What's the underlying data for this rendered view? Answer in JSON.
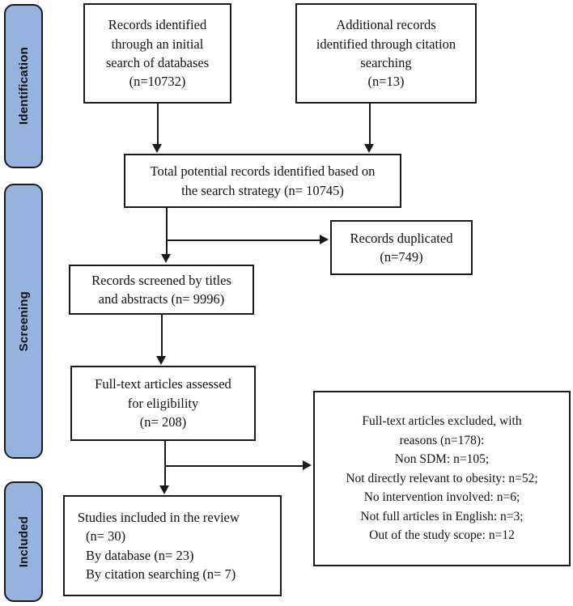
{
  "diagram": {
    "type": "prisma-flow-diagram",
    "accent_color": "#96b3e0",
    "border_color": "#1a1a1a",
    "background_color": "#ffffff"
  },
  "phases": [
    {
      "id": "identification",
      "label": "Identification"
    },
    {
      "id": "screening",
      "label": "Screening"
    },
    {
      "id": "included",
      "label": "Included"
    }
  ],
  "boxes": {
    "records_identified": {
      "lines": [
        "Records identified",
        "through an initial",
        "search of databases",
        "(n=10732)"
      ]
    },
    "additional_records": {
      "lines": [
        "Additional records",
        "identified through citation",
        "searching",
        "(n=13)"
      ]
    },
    "total_potential": {
      "lines": [
        "Total potential records identified based on",
        "the search strategy    (n= 10745)"
      ]
    },
    "records_duplicated": {
      "lines": [
        "Records duplicated",
        "(n=749)"
      ]
    },
    "records_screened": {
      "lines": [
        "Records screened by titles",
        "and abstracts (n= 9996)"
      ]
    },
    "fulltext_assessed": {
      "lines": [
        "Full-text articles assessed",
        "for eligibility",
        "(n= 208)"
      ]
    },
    "fulltext_excluded": {
      "lines": [
        "Full-text articles excluded, with",
        "reasons (n=178):",
        "Non SDM: n=105;",
        "Not directly relevant to obesity: n=52;",
        "No intervention involved: n=6;",
        "Not full articles in English: n=3;",
        "Out of the study scope: n=12"
      ]
    },
    "studies_included": {
      "lines": [
        "Studies included in the review",
        "(n= 30)",
        "By database (n= 23)",
        "By citation searching (n= 7)"
      ]
    }
  },
  "chart_data": {
    "type": "diagram",
    "title": "PRISMA flow diagram",
    "nodes": [
      {
        "id": "records_identified",
        "phase": "Identification",
        "label": "Records identified through an initial search of databases",
        "n": 10732
      },
      {
        "id": "additional_records",
        "phase": "Identification",
        "label": "Additional records identified through citation searching",
        "n": 13
      },
      {
        "id": "total_potential",
        "phase": "Identification",
        "label": "Total potential records identified based on the search strategy",
        "n": 10745
      },
      {
        "id": "records_duplicated",
        "phase": "Screening",
        "label": "Records duplicated",
        "n": 749
      },
      {
        "id": "records_screened",
        "phase": "Screening",
        "label": "Records screened by titles and abstracts",
        "n": 9996
      },
      {
        "id": "fulltext_assessed",
        "phase": "Screening",
        "label": "Full-text articles assessed for eligibility",
        "n": 208
      },
      {
        "id": "fulltext_excluded",
        "phase": "Screening",
        "label": "Full-text articles excluded, with reasons",
        "n": 178,
        "reasons": [
          {
            "label": "Non SDM",
            "n": 105
          },
          {
            "label": "Not directly relevant to obesity",
            "n": 52
          },
          {
            "label": "No intervention involved",
            "n": 6
          },
          {
            "label": "Not full articles in English",
            "n": 3
          },
          {
            "label": "Out of the study scope",
            "n": 12
          }
        ]
      },
      {
        "id": "studies_included",
        "phase": "Included",
        "label": "Studies included in the review",
        "n": 30,
        "breakdown": [
          {
            "label": "By database",
            "n": 23
          },
          {
            "label": "By citation searching",
            "n": 7
          }
        ]
      }
    ],
    "edges": [
      {
        "from": "records_identified",
        "to": "total_potential"
      },
      {
        "from": "additional_records",
        "to": "total_potential"
      },
      {
        "from": "total_potential",
        "to": "records_duplicated"
      },
      {
        "from": "total_potential",
        "to": "records_screened"
      },
      {
        "from": "records_screened",
        "to": "fulltext_assessed"
      },
      {
        "from": "fulltext_assessed",
        "to": "fulltext_excluded"
      },
      {
        "from": "fulltext_assessed",
        "to": "studies_included"
      }
    ]
  }
}
